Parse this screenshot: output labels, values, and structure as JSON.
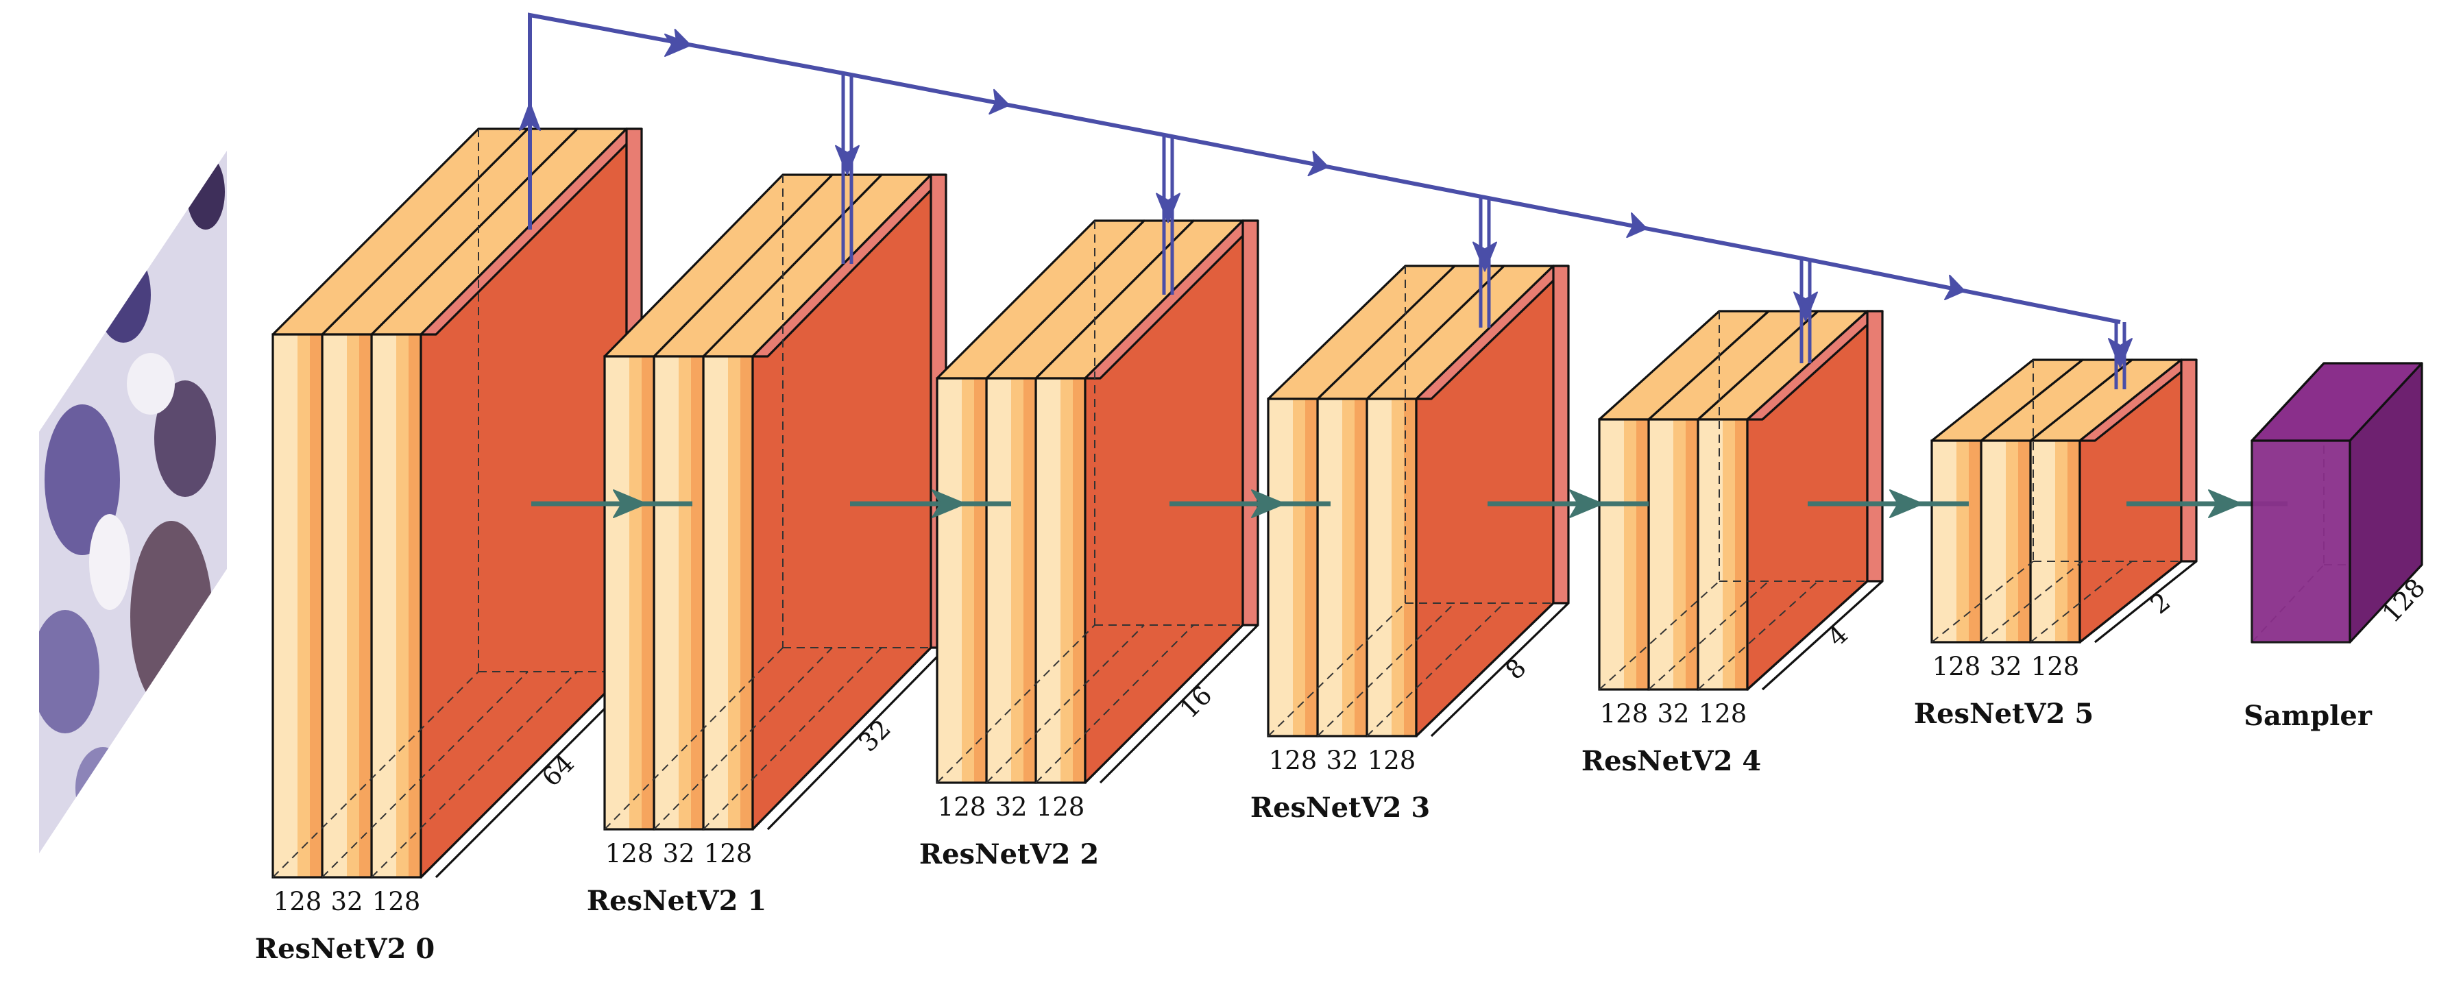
{
  "diagram": {
    "blocks": [
      {
        "title": "ResNetV2 0",
        "channels": [
          "128",
          "32",
          "128"
        ],
        "depth": "64"
      },
      {
        "title": "ResNetV2 1",
        "channels": [
          "128",
          "32",
          "128"
        ],
        "depth": "32"
      },
      {
        "title": "ResNetV2 2",
        "channels": [
          "128",
          "32",
          "128"
        ],
        "depth": "16"
      },
      {
        "title": "ResNetV2 3",
        "channels": [
          "128",
          "32",
          "128"
        ],
        "depth": "8"
      },
      {
        "title": "ResNetV2 4",
        "channels": [
          "128",
          "32",
          "128"
        ],
        "depth": "4"
      },
      {
        "title": "ResNetV2 5",
        "channels": [
          "128",
          "32",
          "128"
        ],
        "depth": "2"
      }
    ],
    "sampler": {
      "title": "Sampler",
      "depth": "128"
    },
    "colors": {
      "slab_light": "#fde4b9",
      "slab_mid": "#fbc57e",
      "slab_dark": "#f6a55e",
      "activation_front": "#e15f3d",
      "activation_side": "#e87d72",
      "sampler": "#8a2f8b",
      "sampler_dark": "#6e2170",
      "skip_arrow": "#4a4ea8",
      "forward_arrow": "#40756f"
    },
    "input_image_icon": "histology-patch-image"
  }
}
